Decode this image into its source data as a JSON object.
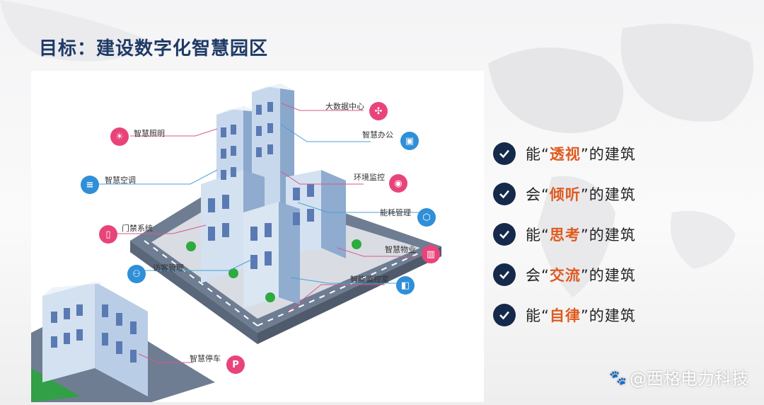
{
  "title": "目标：建设数字化智慧园区",
  "labels": [
    {
      "key": "bigdata",
      "text": "大数据中心",
      "color": "#e8447a",
      "glyph": "network-icon"
    },
    {
      "key": "office",
      "text": "智慧办公",
      "color": "#2f8fd8",
      "glyph": "briefcase-icon"
    },
    {
      "key": "env",
      "text": "环境监控",
      "color": "#e8447a",
      "glyph": "location-icon"
    },
    {
      "key": "energy",
      "text": "能耗管理",
      "color": "#2f8fd8",
      "glyph": "hexagon-icon"
    },
    {
      "key": "property",
      "text": "智慧物业",
      "color": "#e8447a",
      "glyph": "building-icon"
    },
    {
      "key": "monitor",
      "text": "智能监控室",
      "color": "#2f8fd8",
      "glyph": "camera-icon"
    },
    {
      "key": "lighting",
      "text": "智慧照明",
      "color": "#e8447a",
      "glyph": "bulb-icon"
    },
    {
      "key": "ac",
      "text": "智慧空调",
      "color": "#2f8fd8",
      "glyph": "ac-icon"
    },
    {
      "key": "door",
      "text": "门禁系统",
      "color": "#e8447a",
      "glyph": "door-icon"
    },
    {
      "key": "visitor",
      "text": "访客管理",
      "color": "#2f8fd8",
      "glyph": "people-icon"
    },
    {
      "key": "parking",
      "text": "智慧停车",
      "color": "#e8447a",
      "glyph": "parking-icon"
    }
  ],
  "features": [
    {
      "pre": "能“",
      "hl": "透视",
      "post": "”的建筑"
    },
    {
      "pre": "会“",
      "hl": "倾听",
      "post": "”的建筑"
    },
    {
      "pre": "能“",
      "hl": "思考",
      "post": "”的建筑"
    },
    {
      "pre": "会“",
      "hl": "交流",
      "post": "”的建筑"
    },
    {
      "pre": "能“",
      "hl": "自律",
      "post": "”的建筑"
    }
  ],
  "colors": {
    "check_bg": "#15294a",
    "highlight": "#e05a1e",
    "title": "#1f3a66"
  },
  "watermark": {
    "paw": "🐾",
    "text": "@西格电力科技"
  }
}
